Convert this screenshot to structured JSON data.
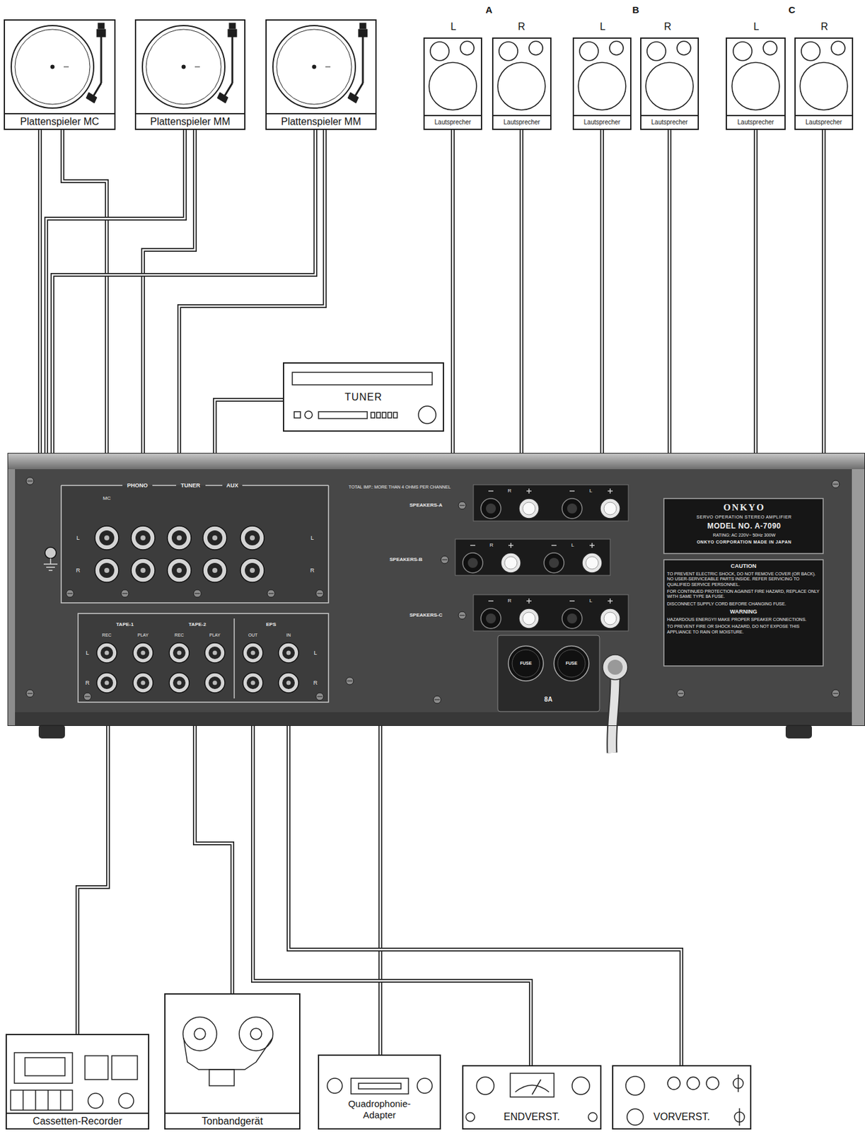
{
  "diagram": {
    "nodes": [
      {
        "text": [
          "Plattenspieler MC"
        ]
      },
      {
        "text": [
          "Plattenspieler MM"
        ]
      },
      {
        "text": [
          "Plattenspieler MM"
        ]
      },
      {
        "text": [
          "Lautsprecher"
        ]
      },
      {
        "text": [
          "Lautsprecher"
        ]
      },
      {
        "text": [
          "Lautsprecher"
        ]
      },
      {
        "text": [
          "Lautsprecher"
        ]
      },
      {
        "text": [
          "Lautsprecher"
        ]
      },
      {
        "text": [
          "Lautsprecher"
        ]
      },
      {
        "text": [
          "TUNER"
        ]
      },
      {
        "text": [
          "ONKYO",
          "SERVO OPERATION STEREO AMPLIFIER",
          "MODEL NO. A-7090",
          "RATING: AC 220V~ 50Hz 300W",
          "ONKYO CORPORATION MADE IN JAPAN"
        ]
      },
      {
        "text": [
          "Cassetten-Recorder"
        ]
      },
      {
        "text": [
          "Tonbandgerät"
        ]
      },
      {
        "text": [
          "Quadrophonie- Adapter"
        ]
      },
      {
        "text": [
          "ENDVERST."
        ]
      },
      {
        "text": [
          "VORVERST."
        ]
      }
    ],
    "edges": [
      {
        "from": 0,
        "to": 10,
        "arrow": "none"
      },
      {
        "from": 0,
        "to": 10,
        "arrow": "none"
      },
      {
        "from": 1,
        "to": 10,
        "arrow": "none"
      },
      {
        "from": 1,
        "to": 10,
        "arrow": "none"
      },
      {
        "from": 2,
        "to": 10,
        "arrow": "none"
      },
      {
        "from": 2,
        "to": 10,
        "arrow": "none"
      },
      {
        "from": 9,
        "to": 10,
        "arrow": "none"
      },
      {
        "from": 3,
        "to": 10,
        "arrow": "none"
      },
      {
        "from": 4,
        "to": 10,
        "arrow": "none"
      },
      {
        "from": 5,
        "to": 10,
        "arrow": "none"
      },
      {
        "from": 6,
        "to": 10,
        "arrow": "none"
      },
      {
        "from": 7,
        "to": 10,
        "arrow": "none"
      },
      {
        "from": 8,
        "to": 10,
        "arrow": "none"
      },
      {
        "from": 11,
        "to": 10,
        "arrow": "none"
      },
      {
        "from": 12,
        "to": 10,
        "arrow": "none"
      },
      {
        "from": 13,
        "to": 10,
        "arrow": "none"
      },
      {
        "from": 14,
        "to": 10,
        "arrow": "none"
      },
      {
        "from": 15,
        "to": 10,
        "arrow": "none"
      }
    ],
    "labels": [
      "A",
      "B",
      "C",
      "L",
      "R",
      "L",
      "R",
      "L",
      "R",
      "PHONO",
      "TUNER",
      "AUX",
      "MC",
      "L",
      "R",
      "L",
      "R",
      "TOTAL IMP.: MORE THAN 4 OHMS PER CHANNEL",
      "SPEAKERS-A",
      "R",
      "L",
      "SPEAKERS-B",
      "R",
      "L",
      "SPEAKERS-C",
      "R",
      "L",
      "CAUTION",
      "TO PREVENT ELECTRIC SHOCK, DO NOT REMOVE COVER (OR BACK). NO USER-SERVICEABLE PARTS INSIDE. REFER SERVICING TO QUALIFIED SERVICE PERSONNEL.",
      "FOR CONTINUED PROTECTION AGAINST FIRE HAZARD, REPLACE ONLY WITH SAME TYPE 8A FUSE.",
      "DISCONNECT SUPPLY CORD BEFORE CHANGING FUSE.",
      "WARNING",
      "HAZARDOUS ENERGY!! MAKE PROPER SPEAKER CONNECTIONS.",
      "TO PREVENT FIRE OR SHOCK HAZARD, DO NOT EXPOSE THIS APPLIANCE TO RAIN OR MOISTURE.",
      "FUSE",
      "FUSE",
      "8A",
      "TAPE-1",
      "TAPE-2",
      "EPS",
      "REC",
      "PLAY",
      "REC",
      "PLAY",
      "OUT",
      "IN",
      "L",
      "R",
      "L",
      "R"
    ]
  }
}
